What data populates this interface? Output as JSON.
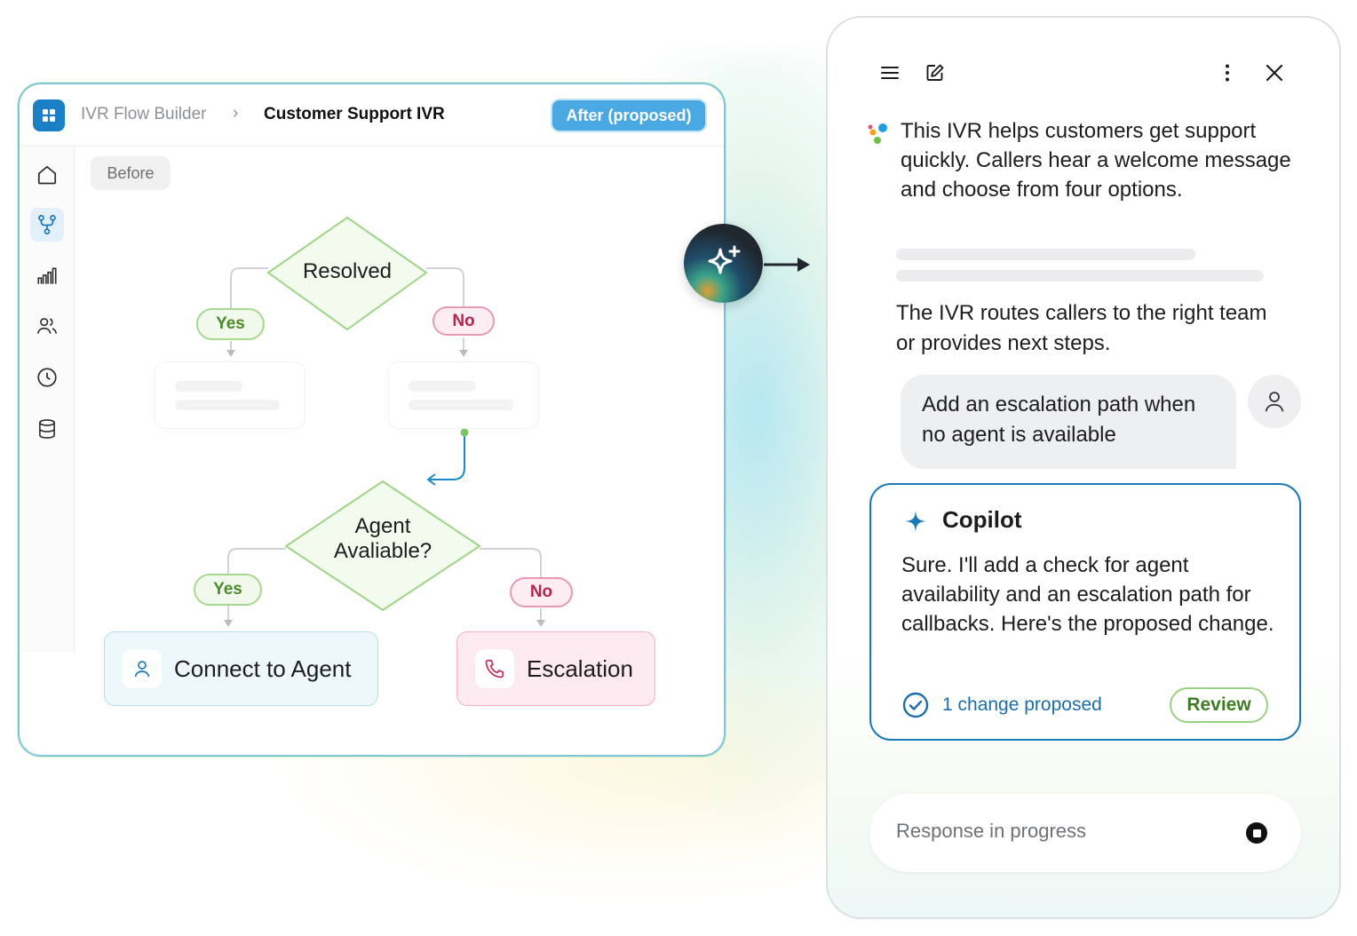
{
  "builder": {
    "app_name": "IVR Flow Builder",
    "breadcrumb_separator": "›",
    "page_title": "Customer Support IVR",
    "view_badge": "After (proposed)",
    "before_label": "Before",
    "sidebar_items": [
      {
        "icon": "home-icon"
      },
      {
        "icon": "flow-icon",
        "active": true
      },
      {
        "icon": "analytics-icon"
      },
      {
        "icon": "users-icon"
      },
      {
        "icon": "history-icon"
      },
      {
        "icon": "database-icon"
      }
    ]
  },
  "flow": {
    "decision1": "Resolved",
    "decision1_yes": "Yes",
    "decision1_no": "No",
    "decision2": "Agent Avaliable?",
    "decision2_yes": "Yes",
    "decision2_no": "No",
    "node_agent": "Connect to Agent",
    "node_escalation": "Escalation"
  },
  "copilot": {
    "intro": "This IVR helps customers get support quickly. Callers hear a welcome message and choose from four options.",
    "routing": "The IVR routes callers to the right team or provides next steps.",
    "user_message": "Add an escalation path when no agent is available",
    "card_title": "Copilot",
    "card_body": "Sure. I'll add a check for agent availability and an escalation path for callbacks. Here's the proposed change.",
    "change_status": "1 change proposed",
    "review_label": "Review",
    "input_status": "Response in progress"
  },
  "colors": {
    "accent_blue": "#1b79b8",
    "yes_green": "#4c8a2c",
    "no_red": "#b4264e",
    "badge_blue": "#4aa8e2"
  }
}
